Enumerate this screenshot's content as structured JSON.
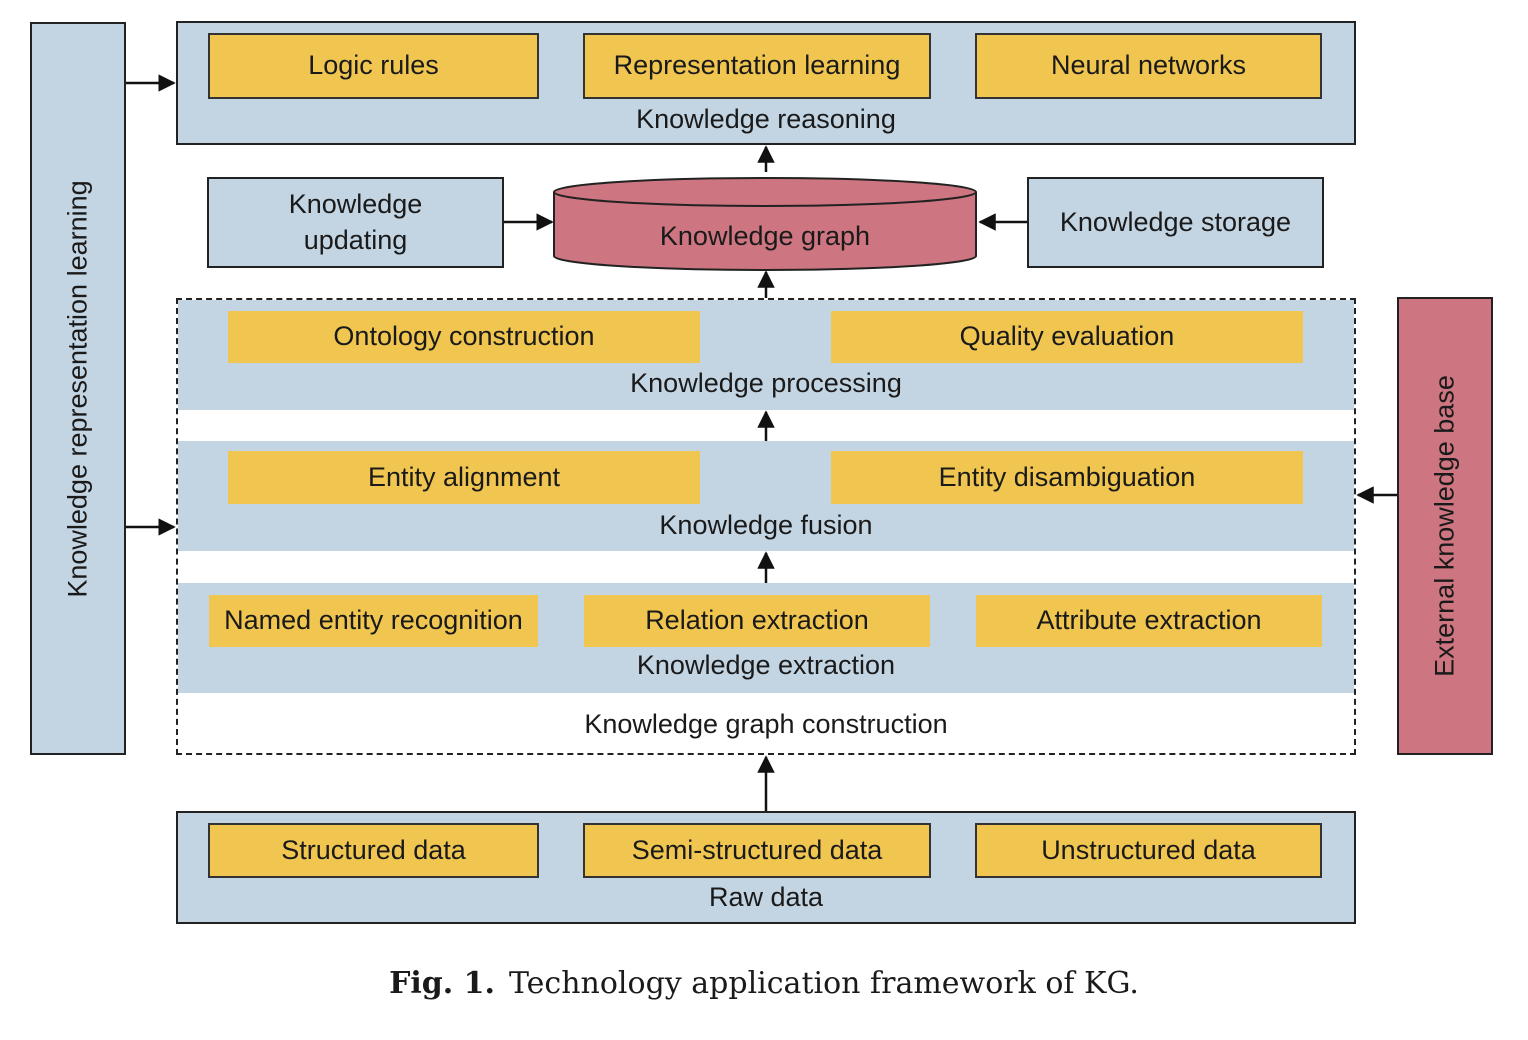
{
  "left_bar": {
    "label": "Knowledge representation learning"
  },
  "right_bar": {
    "label": "External knowledge base"
  },
  "reasoning": {
    "label": "Knowledge reasoning",
    "items": [
      "Logic rules",
      "Representation learning",
      "Neural networks"
    ]
  },
  "updating": {
    "label": "Knowledge\nupdating"
  },
  "graph": {
    "label": "Knowledge graph"
  },
  "storage": {
    "label": "Knowledge storage"
  },
  "processing": {
    "label": "Knowledge processing",
    "items": [
      "Ontology construction",
      "Quality evaluation"
    ]
  },
  "fusion": {
    "label": "Knowledge fusion",
    "items": [
      "Entity alignment",
      "Entity disambiguation"
    ]
  },
  "extraction": {
    "label": "Knowledge extraction",
    "items": [
      "Named entity recognition",
      "Relation extraction",
      "Attribute extraction"
    ]
  },
  "construction": {
    "label": "Knowledge graph construction"
  },
  "raw": {
    "label": "Raw data",
    "items": [
      "Structured data",
      "Semi-structured data",
      "Unstructured data"
    ]
  },
  "caption": {
    "prefix": "Fig. 1.",
    "text": "Technology application framework of KG."
  }
}
